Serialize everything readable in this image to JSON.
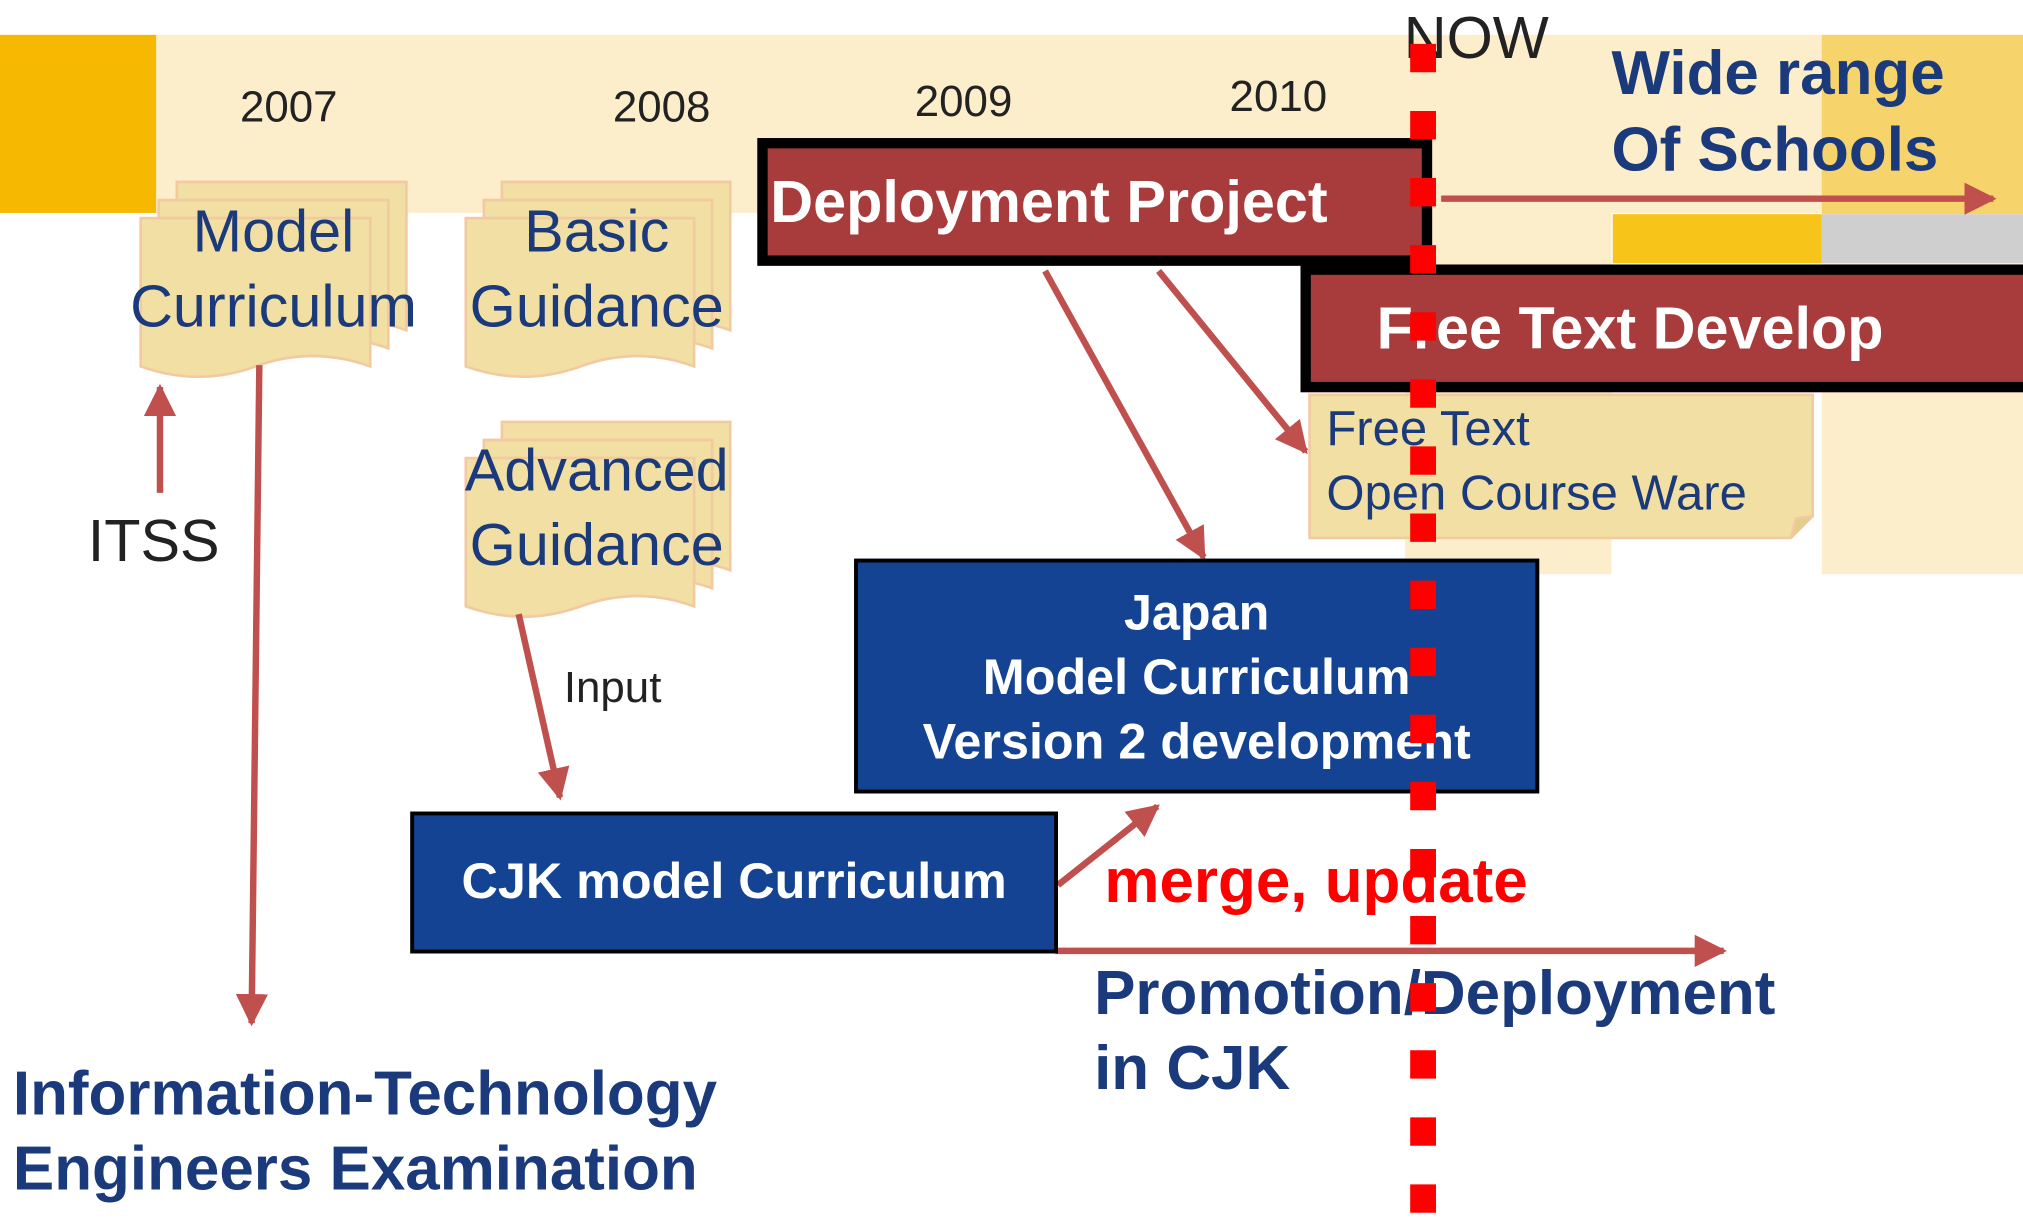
{
  "timeline": {
    "years": [
      "2007",
      "2008",
      "2009",
      "2010"
    ],
    "now_label": "NOW",
    "wide_range": [
      "Wide range",
      "Of Schools"
    ]
  },
  "documents": {
    "model_curriculum": [
      "Model",
      "Curriculum"
    ],
    "basic_guidance": [
      "Basic",
      "Guidance"
    ],
    "advanced_guidance": [
      "Advanced",
      "Guidance"
    ]
  },
  "labels": {
    "itss": "ITSS",
    "input": "Input",
    "merge_update": "merge, update",
    "exam": [
      "Information-Technology",
      "Engineers Examination"
    ],
    "promotion": [
      "Promotion/Deployment",
      "in CJK"
    ]
  },
  "boxes": {
    "deployment_project": "Deployment Project",
    "free_text_develop": "Free Text Develop",
    "free_text_note": [
      "Free Text",
      "Open Course Ware"
    ],
    "japan_model": [
      "Japan",
      "Model Curriculum",
      "Version 2 development"
    ],
    "cjk_model": "CJK model Curriculum"
  },
  "colors": {
    "band_light": "#fdeecb",
    "band_orange": "#f6b800",
    "band_yellow": "#f7c51a",
    "band_gray": "#cfcfcf",
    "doc_fill": "#f1dfa3",
    "red_box": "#a83b3b",
    "blue_box": "#144393",
    "arrow": "#c0504d",
    "now_line": "#ff0000",
    "text_blue": "#1a3a7c"
  }
}
